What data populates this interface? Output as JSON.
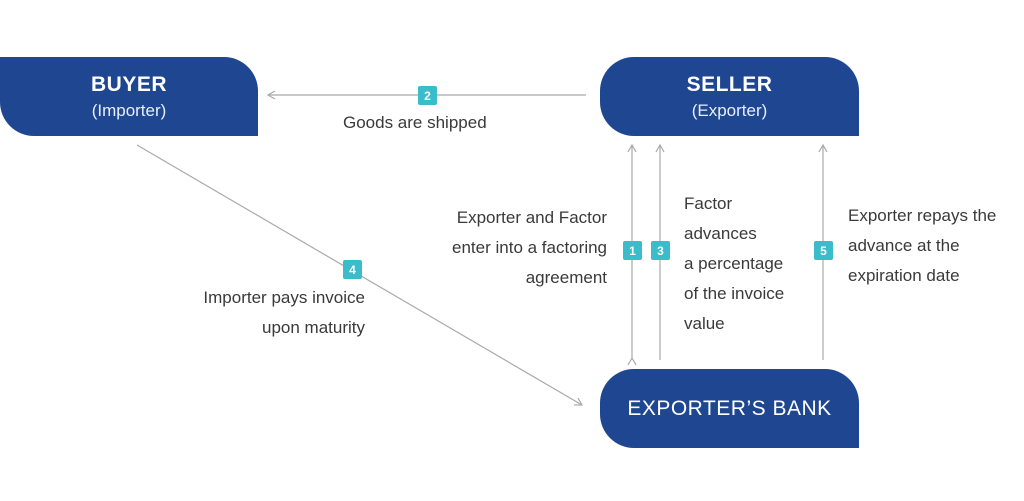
{
  "nodes": {
    "buyer": {
      "title": "BUYER",
      "subtitle": "(Importer)"
    },
    "seller": {
      "title": "SELLER",
      "subtitle": "(Exporter)"
    },
    "bank": {
      "title": "EXPORTER’S BANK"
    }
  },
  "steps": [
    {
      "number": "1",
      "text": [
        "Exporter and Factor",
        "enter into a factoring",
        "agreement"
      ]
    },
    {
      "number": "2",
      "text": [
        "Goods are shipped"
      ]
    },
    {
      "number": "3",
      "text": [
        "Factor",
        "advances",
        "a percentage",
        "of the invoice",
        "value"
      ]
    },
    {
      "number": "4",
      "text": [
        "Importer pays invoice",
        "upon maturity"
      ]
    },
    {
      "number": "5",
      "text": [
        "Exporter repays the",
        "advance at the",
        "expiration date"
      ]
    }
  ],
  "colors": {
    "node": "#1f4690",
    "badge": "#3bbccb",
    "arrow": "#a9a9a9",
    "text": "#3a3a3a"
  }
}
